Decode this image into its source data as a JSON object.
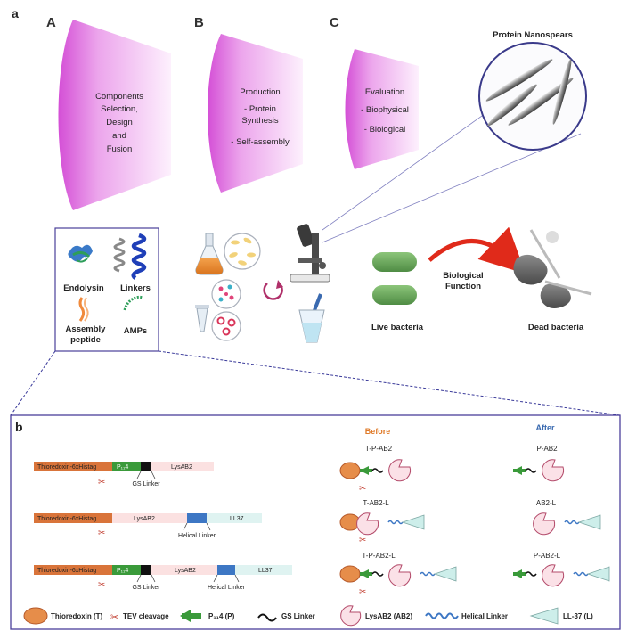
{
  "panel_a": {
    "label": "a",
    "stages": [
      {
        "letter": "A",
        "lines": [
          "Components",
          "Selection,",
          "Design",
          "and",
          "Fusion"
        ]
      },
      {
        "letter": "B",
        "lines": [
          "Production",
          "- Protein",
          "Synthesis",
          "- Self-assembly"
        ]
      },
      {
        "letter": "C",
        "lines": [
          "Evaluation",
          "- Biophysical",
          "- Biological"
        ]
      }
    ],
    "nanospears_title": "Protein Nanospears",
    "components": {
      "endolysin": "Endolysin",
      "linkers": "Linkers",
      "assembly_line1": "Assembly",
      "assembly_line2": "peptide",
      "amps": "AMPs"
    },
    "live_bacteria": "Live bacteria",
    "dead_bacteria": "Dead bacteria",
    "function_line1": "Biological",
    "function_line2": "Function"
  },
  "panel_b": {
    "label": "b",
    "before": "Before",
    "after": "After",
    "constructs": [
      {
        "segments": [
          "Thioredoxin-6xHistag",
          "P₁₁4",
          "",
          "LysAB2"
        ],
        "annotations": [
          "GS Linker"
        ]
      },
      {
        "segments": [
          "Thioredoxin-6xHistag",
          "LysAB2",
          "",
          "LL37"
        ],
        "annotations": [
          "Helical Linker"
        ]
      },
      {
        "segments": [
          "Thioredoxin-6xHistag",
          "P₁₁4",
          "",
          "LysAB2",
          "",
          "LL37"
        ],
        "annotations": [
          "GS Linker",
          "Helical Linker"
        ]
      }
    ],
    "before_labels": [
      "T-P-AB2",
      "T-AB2-L",
      "T-P-AB2-L"
    ],
    "after_labels": [
      "P-AB2",
      "AB2-L",
      "P-AB2-L"
    ],
    "legend": [
      "Thioredoxin (T)",
      "TEV cleavage",
      "P₁₁4 (P)",
      "GS Linker",
      "LysAB2 (AB2)",
      "Helical Linker",
      "LL-37 (L)"
    ]
  },
  "colors": {
    "funnel": "#e07fe0",
    "thioredoxin": "#d9743a",
    "p114": "#3a9a3a",
    "lysab2_bar": "#fbe1e1",
    "helical_bar": "#3d77c4",
    "ll37_bar": "#dff3f1",
    "panel_border": "#4a3f9a",
    "arrow_red": "#e02a1a",
    "bacteria_green": "#6aa95a",
    "before_orange": "#e07b2a",
    "after_blue": "#3a6ab0"
  }
}
